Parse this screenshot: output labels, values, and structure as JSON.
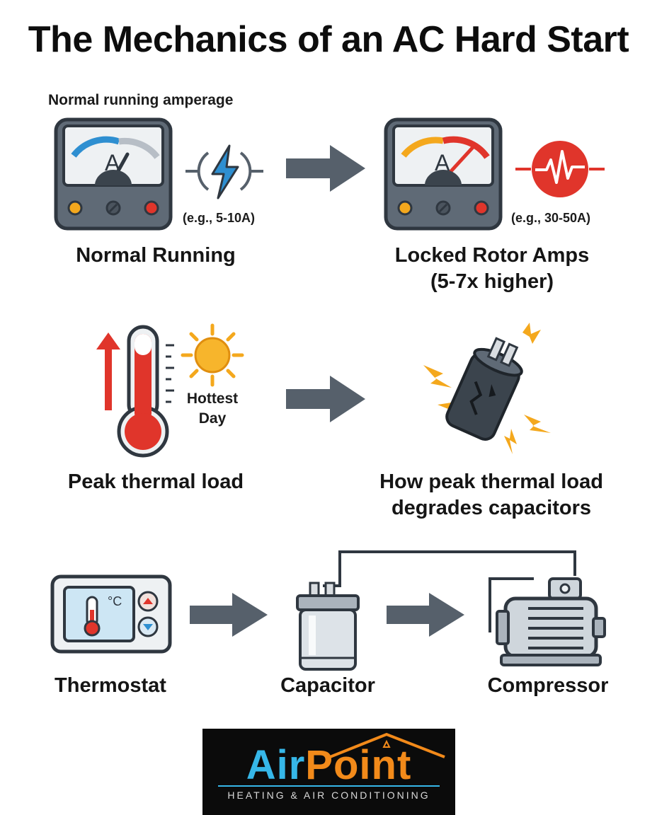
{
  "title": "The Mechanics of an AC Hard Start",
  "row1": {
    "left_top_label": "Normal running amperage",
    "left_meter_letter": "A",
    "left_example": "(e.g., 5-10A)",
    "left_caption": "Normal Running",
    "right_meter_letter": "A",
    "right_example": "(e.g., 30-50A)",
    "right_caption_line1": "Locked Rotor Amps",
    "right_caption_line2": "(5-7x higher)"
  },
  "row2": {
    "sun_label_line1": "Hottest",
    "sun_label_line2": "Day",
    "left_caption": "Peak thermal load",
    "right_caption_line1": "How peak thermal load",
    "right_caption_line2": "degrades capacitors"
  },
  "row3": {
    "thermostat_unit": "°C",
    "thermostat_caption": "Thermostat",
    "capacitor_caption": "Capacitor",
    "compressor_caption": "Compressor"
  },
  "logo": {
    "name_part1": "Air",
    "name_part2": "Point",
    "tagline": "HEATING & AIR CONDITIONING"
  },
  "colors": {
    "arrow": "#56606b",
    "outline": "#2f3740",
    "normal_gauge": "#2e8fd1",
    "hot_red": "#e0352b",
    "sun": "#f4a81d",
    "logo_blue": "#36b7e8",
    "logo_orange": "#f28a1a"
  },
  "icons": [
    "ammeter-icon",
    "lightning-bolt-icon",
    "heartbeat-icon",
    "thermometer-icon",
    "up-arrow-icon",
    "sun-icon",
    "burnt-capacitor-icon",
    "thermostat-icon",
    "capacitor-icon",
    "compressor-icon",
    "right-arrow-icon"
  ]
}
